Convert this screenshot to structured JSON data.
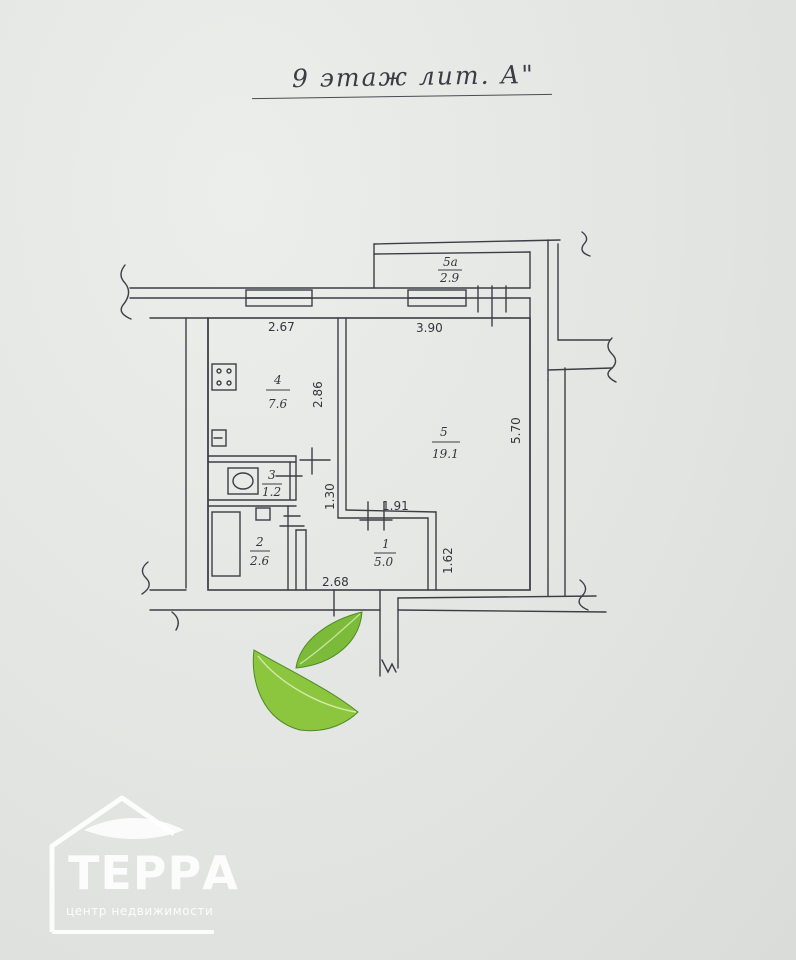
{
  "plan": {
    "title": "9 этаж лит. А\"",
    "rooms": [
      {
        "number": "5а",
        "area": "2.9"
      },
      {
        "number": "4",
        "area": "7.6"
      },
      {
        "number": "5",
        "area": "19.1"
      },
      {
        "number": "3",
        "area": "1.2"
      },
      {
        "number": "2",
        "area": "2.6"
      },
      {
        "number": "1",
        "area": "5.0"
      }
    ],
    "dimensions": [
      "2.67",
      "3.90",
      "2.86",
      "5.70",
      "1.30",
      "1.91",
      "1.62",
      "2.68"
    ]
  },
  "watermark": {
    "name": "ТЕРРА",
    "tagline": "центр недвижимости"
  },
  "colors": {
    "paper": "#e4e6e3",
    "ink": "#33363d",
    "leaf": "#7cbb3a"
  }
}
